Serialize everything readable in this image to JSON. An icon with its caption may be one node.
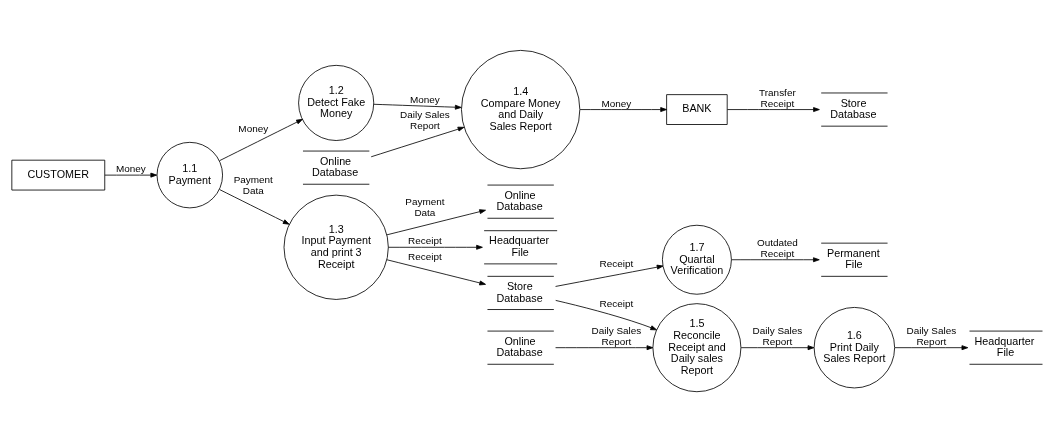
{
  "diagram": {
    "nodes": [
      {
        "text": [
          "CUSTOMER"
        ]
      },
      {
        "text": [
          "1.1",
          "Payment"
        ]
      },
      {
        "text": [
          "1.2",
          "Detect Fake Money"
        ]
      },
      {
        "text": [
          "1.4",
          "Compare Money and Daily Sales Report"
        ]
      },
      {
        "text": [
          "Online Database"
        ]
      },
      {
        "text": [
          "BANK"
        ]
      },
      {
        "text": [
          "Store Database"
        ]
      },
      {
        "text": [
          "Store Database"
        ]
      },
      {
        "text": [
          "1.7",
          "Quartal Verification"
        ]
      },
      {
        "text": [
          "1.3",
          "Input Payment and print 3 Receipt"
        ]
      },
      {
        "text": [
          "Online Database"
        ]
      },
      {
        "text": [
          "Online Database"
        ]
      },
      {
        "text": [
          "Permanent File"
        ]
      },
      {
        "text": [
          "Headquarter File"
        ]
      },
      {
        "text": [
          "1.5",
          "Reconcile Receipt and Daily sales Report"
        ]
      },
      {
        "text": [
          "1.6",
          "Print Daily Sales Report"
        ]
      },
      {
        "text": [
          "Headquarter File"
        ]
      }
    ],
    "edges": [
      {
        "from": 0,
        "to": 1,
        "arrow": "to",
        "label": "Money"
      },
      {
        "from": 1,
        "to": 2,
        "arrow": "to",
        "label": "Money"
      },
      {
        "from": 2,
        "to": 3,
        "arrow": "to",
        "label": "Money"
      },
      {
        "from": 4,
        "to": 3,
        "arrow": "to",
        "label": "Daily Sales Report"
      },
      {
        "from": 3,
        "to": 5,
        "arrow": "to",
        "label": "Money"
      },
      {
        "from": 5,
        "to": 6,
        "arrow": "to",
        "label": "Transfer Receipt"
      },
      {
        "from": 1,
        "to": 9,
        "arrow": "to",
        "label": "Payment Data"
      },
      {
        "from": 9,
        "to": 7,
        "arrow": "to",
        "label": "Receipt"
      },
      {
        "from": 7,
        "to": 8,
        "arrow": "to",
        "label": "Receipt"
      },
      {
        "from": 7,
        "to": 14,
        "arrow": "to",
        "label": "Receipt"
      },
      {
        "from": 8,
        "to": 12,
        "arrow": "to",
        "label": "Outdated Receipt"
      },
      {
        "from": 9,
        "to": 10,
        "arrow": "to",
        "label": "Payment Data"
      },
      {
        "from": 9,
        "to": 16,
        "arrow": "to",
        "label": "Receipt"
      },
      {
        "from": 11,
        "to": 14,
        "arrow": "to",
        "label": "Daily Sales Report"
      },
      {
        "from": 14,
        "to": 15,
        "arrow": "to",
        "label": "Daily Sales Report"
      },
      {
        "from": 15,
        "to": 13,
        "arrow": "to",
        "label": "Daily Sales Report"
      }
    ]
  }
}
